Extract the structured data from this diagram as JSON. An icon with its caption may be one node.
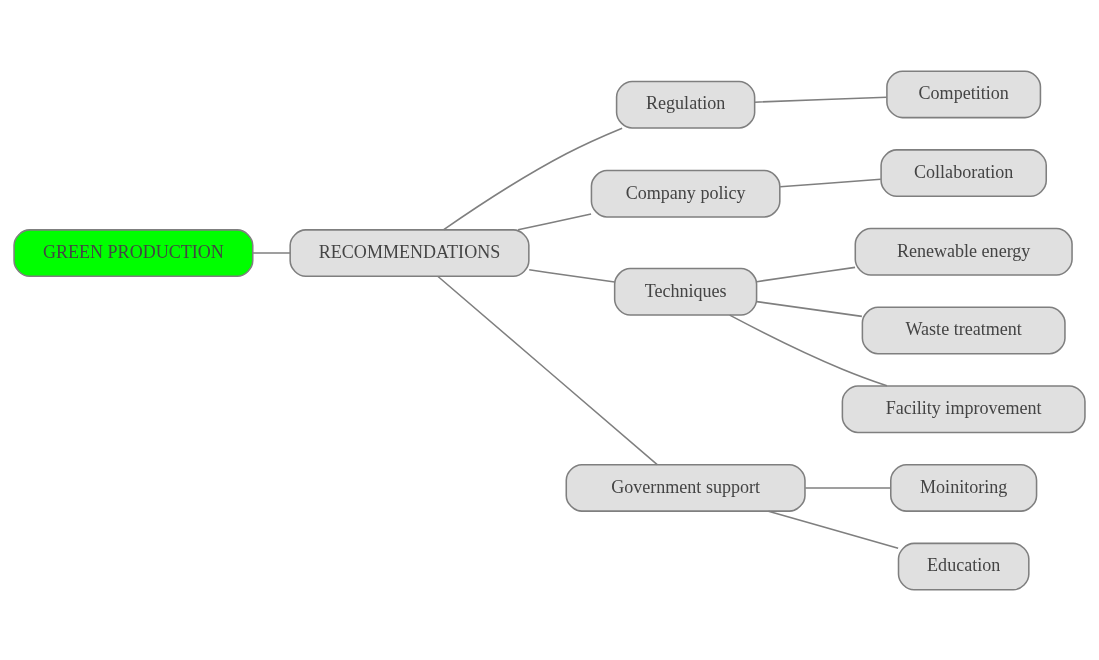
{
  "diagram": {
    "nodes": [
      {
        "text": [
          "GREEN PRODUCTION"
        ]
      },
      {
        "text": [
          "RECOMMENDATIONS"
        ]
      },
      {
        "text": [
          "Regulation"
        ]
      },
      {
        "text": [
          "Competition"
        ]
      },
      {
        "text": [
          "Company policy"
        ]
      },
      {
        "text": [
          "Collaboration"
        ]
      },
      {
        "text": [
          "Techniques"
        ]
      },
      {
        "text": [
          "Renewable energy"
        ]
      },
      {
        "text": [
          "Waste treatment"
        ]
      },
      {
        "text": [
          "Facility improvement"
        ]
      },
      {
        "text": [
          "Government support"
        ]
      },
      {
        "text": [
          "Moinitoring"
        ]
      },
      {
        "text": [
          "Education"
        ]
      }
    ],
    "edges": [
      {
        "from": 0,
        "to": 1,
        "arrow": "none"
      },
      {
        "from": 1,
        "to": 2,
        "arrow": "none"
      },
      {
        "from": 2,
        "to": 3,
        "arrow": "none"
      },
      {
        "from": 1,
        "to": 4,
        "arrow": "none"
      },
      {
        "from": 4,
        "to": 5,
        "arrow": "none"
      },
      {
        "from": 1,
        "to": 6,
        "arrow": "none"
      },
      {
        "from": 6,
        "to": 7,
        "arrow": "none"
      },
      {
        "from": 6,
        "to": 8,
        "arrow": "none"
      },
      {
        "from": 6,
        "to": 9,
        "arrow": "none"
      },
      {
        "from": 1,
        "to": 10,
        "arrow": "none"
      },
      {
        "from": 10,
        "to": 11,
        "arrow": "none"
      },
      {
        "from": 10,
        "to": 12,
        "arrow": "none"
      }
    ]
  }
}
